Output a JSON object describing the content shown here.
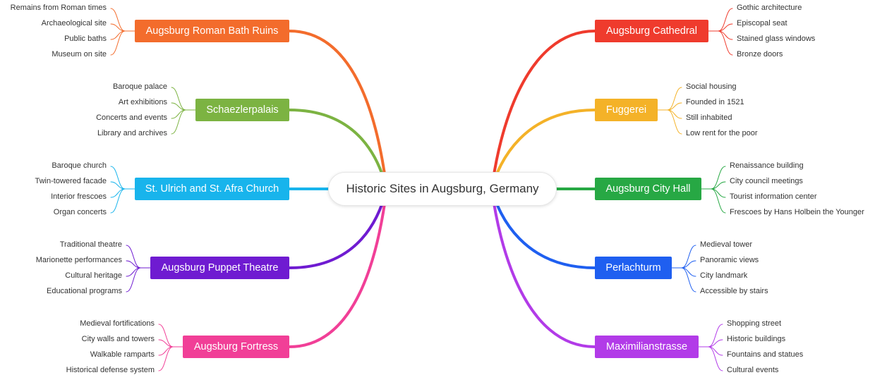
{
  "title": "Historic Sites in Augsburg, Germany",
  "branches": [
    {
      "id": "roman-bath-ruins",
      "side": "left",
      "label": "Augsburg Roman Bath Ruins",
      "color": "#f36c2c",
      "children": [
        "Remains from Roman times",
        "Archaeological site",
        "Public baths",
        "Museum on site"
      ]
    },
    {
      "id": "schaezlerpalais",
      "side": "left",
      "label": "Schaezlerpalais",
      "color": "#7cb342",
      "children": [
        "Baroque palace",
        "Art exhibitions",
        "Concerts and events",
        "Library and archives"
      ]
    },
    {
      "id": "st-ulrich-afra",
      "side": "left",
      "label": "St. Ulrich and St. Afra Church",
      "color": "#18b4ec",
      "children": [
        "Baroque church",
        "Twin-towered facade",
        "Interior frescoes",
        "Organ concerts"
      ]
    },
    {
      "id": "puppet-theatre",
      "side": "left",
      "label": "Augsburg Puppet Theatre",
      "color": "#6f1bd1",
      "children": [
        "Traditional theatre",
        "Marionette performances",
        "Cultural heritage",
        "Educational programs"
      ]
    },
    {
      "id": "fortress",
      "side": "left",
      "label": "Augsburg Fortress",
      "color": "#f13f97",
      "children": [
        "Medieval fortifications",
        "City walls and towers",
        "Walkable ramparts",
        "Historical defense system"
      ]
    },
    {
      "id": "cathedral",
      "side": "right",
      "label": "Augsburg Cathedral",
      "color": "#ef3b2d",
      "children": [
        "Gothic architecture",
        "Episcopal seat",
        "Stained glass windows",
        "Bronze doors"
      ]
    },
    {
      "id": "fuggerei",
      "side": "right",
      "label": "Fuggerei",
      "color": "#f4b228",
      "children": [
        "Social housing",
        "Founded in 1521",
        "Still inhabited",
        "Low rent for the poor"
      ]
    },
    {
      "id": "city-hall",
      "side": "right",
      "label": "Augsburg City Hall",
      "color": "#27a844",
      "children": [
        "Renaissance building",
        "City council meetings",
        "Tourist information center",
        "Frescoes by Hans Holbein the Younger"
      ]
    },
    {
      "id": "perlachturm",
      "side": "right",
      "label": "Perlachturm",
      "color": "#1f5ff0",
      "children": [
        "Medieval tower",
        "Panoramic views",
        "City landmark",
        "Accessible by stairs"
      ]
    },
    {
      "id": "maximilianstrasse",
      "side": "right",
      "label": "Maximilianstrasse",
      "color": "#b23be8",
      "children": [
        "Shopping street",
        "Historic buildings",
        "Fountains and statues",
        "Cultural events"
      ]
    }
  ]
}
